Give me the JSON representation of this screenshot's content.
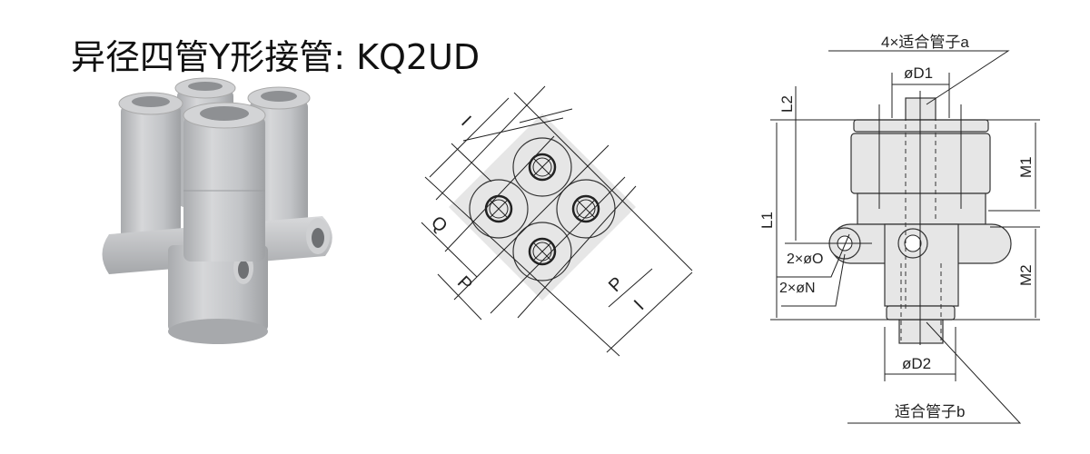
{
  "title": "异径四管Y形接管: KQ2UD",
  "colors": {
    "part_fill": "#e6e6e6",
    "photo_grey": "#c4c6c9",
    "line": "#222222"
  },
  "top_view": {
    "labels": {
      "I_top": "I",
      "Q": "Q",
      "P_left": "P",
      "P_right": "P",
      "I_bottom": "I"
    }
  },
  "side_view": {
    "tube_a": "4×适合管子a",
    "tube_b": "适合管子b",
    "D1": "øD1",
    "D2": "øD2",
    "L1": "L1",
    "L2": "L2",
    "M1": "M1",
    "M2": "M2",
    "O": "2×øO",
    "N": "2×øN"
  }
}
